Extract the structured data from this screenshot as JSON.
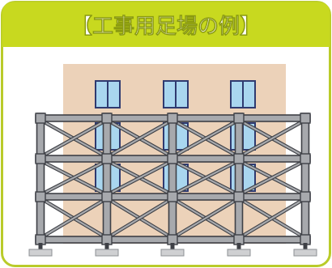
{
  "title": "【工事用足場の例】",
  "colors": {
    "header": "#c8d91f",
    "frame_border": "#b9cb2a",
    "title_text": "#ffffff",
    "building_wall": "#ecd2b9",
    "window_glass": "#a9d6ef",
    "window_frame": "#2f3a70",
    "scaffold_fill": "#a7a9ad",
    "scaffold_stroke": "#3e4046",
    "base_block": "#cfd0d2"
  },
  "illustration": {
    "subject": "building-with-scaffolding",
    "window_count": 9,
    "scaffold_post_count": 5,
    "scaffold_level_count": 4
  }
}
